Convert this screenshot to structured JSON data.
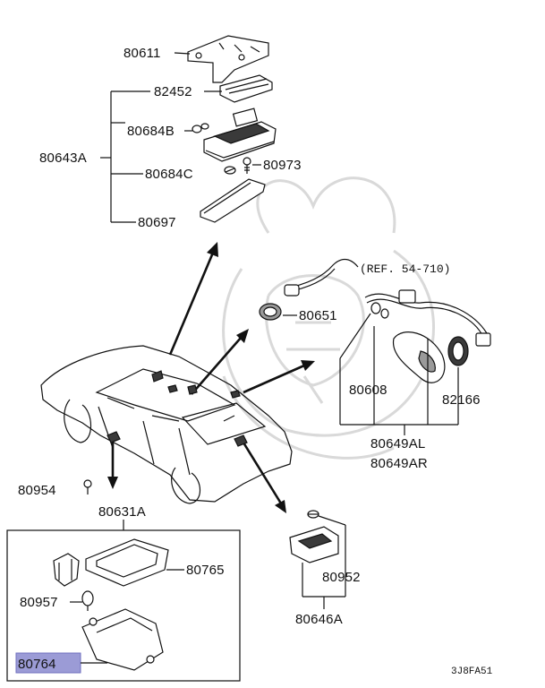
{
  "diagram_code": "3J8FA51",
  "reference_note": "(REF. 54-710)",
  "highlight_color": "#9b9bd6",
  "parts": {
    "p80611": "80611",
    "p82452": "82452",
    "p80684b": "80684B",
    "p80643a": "80643A",
    "p80684c": "80684C",
    "p80973": "80973",
    "p80697": "80697",
    "p80651": "80651",
    "p80608": "80608",
    "p82166": "82166",
    "p80649al": "80649AL",
    "p80649ar": "80649AR",
    "p80954": "80954",
    "p80631a": "80631A",
    "p80765": "80765",
    "p80957": "80957",
    "p80764": "80764",
    "p80952": "80952",
    "p80646a": "80646A"
  }
}
